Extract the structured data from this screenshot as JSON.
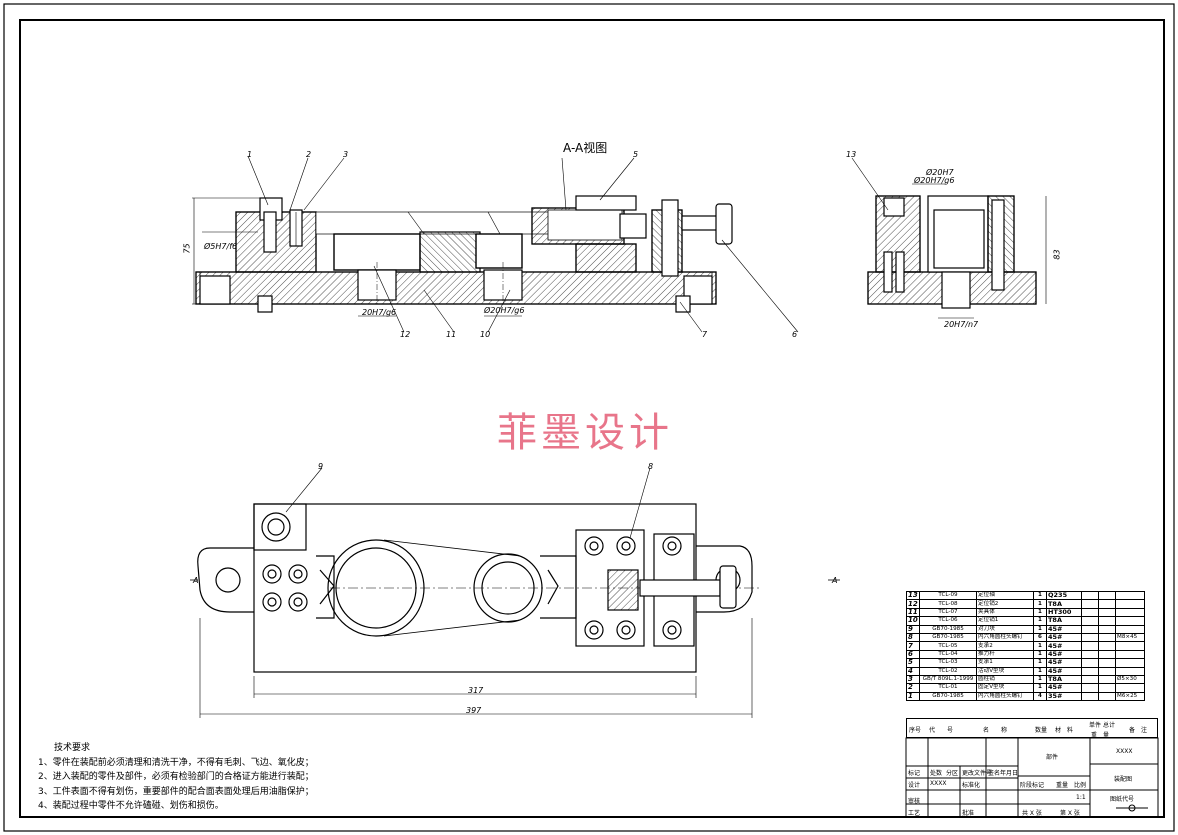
{
  "watermark": "菲墨设计",
  "section_view_title": "A-A视图",
  "section_marker": "A",
  "callouts": {
    "c1": "1",
    "c2": "2",
    "c3": "3",
    "c5": "5",
    "c6": "6",
    "c7": "7",
    "c8": "8",
    "c9": "9",
    "c10": "10",
    "c11": "11",
    "c12": "12",
    "c13": "13"
  },
  "dimensions": {
    "height_75": "75",
    "fit_left": "Ø5H7/f6",
    "fit_20h7g6_a": "20H7/g6",
    "fit_20h7g6_b": "Ø20H7/g6",
    "width_317": "317",
    "width_397": "397",
    "side_top_a": "Ø20H7",
    "side_top_b": "Ø20H7/g6",
    "height_83": "83",
    "side_bottom": "20H7/n7"
  },
  "tech_requirements": {
    "heading": "技术要求",
    "items": [
      "1、零件在装配前必须清理和清洗干净，不得有毛刺、飞边、氧化皮；",
      "2、进入装配的零件及部件，必须有检验部门的合格证方能进行装配；",
      "3、工件表面不得有划伤，重要部件的配合面表面处理后用油脂保护；",
      "4、装配过程中零件不允许磕碰、划伤和损伤。"
    ]
  },
  "bom": {
    "rows": [
      {
        "no": "13",
        "code": "TCL-09",
        "name": "定位轴",
        "qty": "1",
        "mat": "Q235",
        "note": ""
      },
      {
        "no": "12",
        "code": "TCL-08",
        "name": "定位销2",
        "qty": "1",
        "mat": "T8A",
        "note": ""
      },
      {
        "no": "11",
        "code": "TCL-07",
        "name": "夹具体",
        "qty": "1",
        "mat": "HT300",
        "note": ""
      },
      {
        "no": "10",
        "code": "TCL-06",
        "name": "定位销1",
        "qty": "1",
        "mat": "T8A",
        "note": ""
      },
      {
        "no": "9",
        "code": "GB70-1985",
        "name": "对刀块",
        "qty": "1",
        "mat": "45#",
        "note": ""
      },
      {
        "no": "8",
        "code": "GB70-1985",
        "name": "内六角圆柱头螺钉",
        "qty": "6",
        "mat": "45#",
        "note": "M8×45"
      },
      {
        "no": "7",
        "code": "TCL-05",
        "name": "支承2",
        "qty": "1",
        "mat": "45#",
        "note": ""
      },
      {
        "no": "6",
        "code": "TCL-04",
        "name": "推力杆",
        "qty": "1",
        "mat": "45#",
        "note": ""
      },
      {
        "no": "5",
        "code": "TCL-03",
        "name": "支承1",
        "qty": "1",
        "mat": "45#",
        "note": ""
      },
      {
        "no": "4",
        "code": "TCL-02",
        "name": "活动V型块",
        "qty": "1",
        "mat": "45#",
        "note": ""
      },
      {
        "no": "3",
        "code": "GB/T 809L.1-1999",
        "name": "圆柱销",
        "qty": "1",
        "mat": "T8A",
        "note": "Ø5×30"
      },
      {
        "no": "2",
        "code": "TCL-01",
        "name": "固定V型块",
        "qty": "1",
        "mat": "45#",
        "note": ""
      },
      {
        "no": "1",
        "code": "GB70-1985",
        "name": "内六角圆柱头螺钉",
        "qty": "4",
        "mat": "35#",
        "note": "M6×25"
      }
    ],
    "header": {
      "no": "序号",
      "code": "代　　号",
      "name": "名　　称",
      "qty": "数量",
      "mat": "材　料",
      "unit": "单件",
      "tot": "总计",
      "weight": "重　量",
      "note": "备　注"
    }
  },
  "title_block": {
    "part": "部件",
    "drawing_no": "XXXX",
    "drawing_name": "装配图",
    "stage": "阶段标记",
    "weight": "重量",
    "scale": "比例",
    "scale_value": "1:1",
    "sheet": "共 X 张",
    "sheet2": "第 X 张",
    "code_label": "图纸代号",
    "design": "设计",
    "design_name": "XXXX",
    "std": "标准化",
    "review": "审核",
    "craft": "工艺",
    "approve": "批准",
    "mark": "标记",
    "count": "处数",
    "zone": "分区",
    "change": "更改文件号",
    "sign": "签名",
    "date": "年月日"
  }
}
